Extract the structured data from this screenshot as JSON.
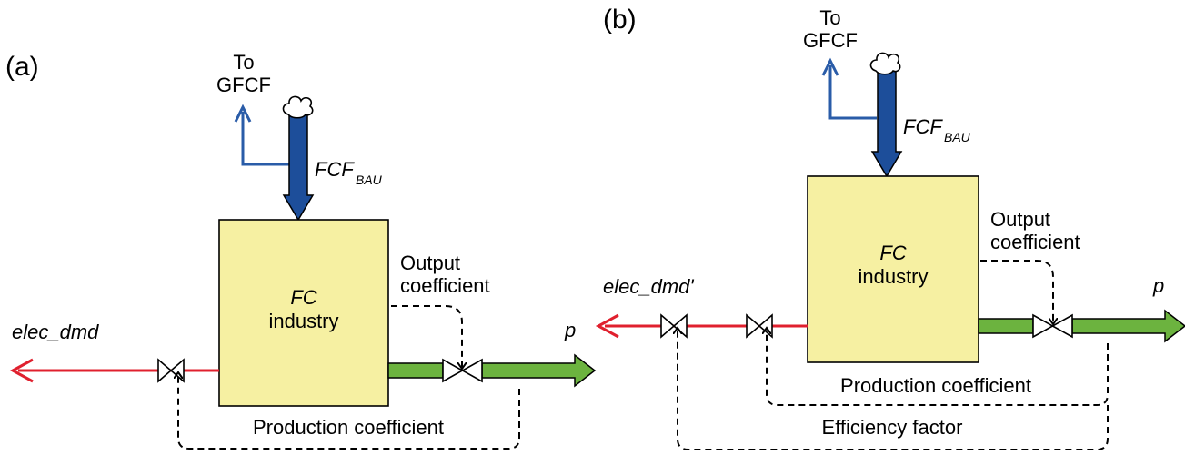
{
  "panel_a": {
    "panel_label": "(a)",
    "to_label_line1": "To",
    "to_label_line2": "GFCF",
    "fcf_main": "FCF",
    "fcf_sub": "BAU",
    "box_line1": "FC",
    "box_line2": "industry",
    "output_coef_line1": "Output",
    "output_coef_line2": "coefficient",
    "elec_label": "elec_dmd",
    "p_label": "p",
    "production_coef": "Production coefficient"
  },
  "panel_b": {
    "panel_label": "(b)",
    "to_label_line1": "To",
    "to_label_line2": "GFCF",
    "fcf_main": "FCF",
    "fcf_sub": "BAU",
    "box_line1": "FC",
    "box_line2": "industry",
    "output_coef_line1": "Output",
    "output_coef_line2": "coefficient",
    "elec_label": "elec_dmd'",
    "p_label": "p",
    "production_coef": "Production coefficient",
    "efficiency_factor": "Efficiency factor"
  },
  "colors": {
    "red_flow": "#e0202e",
    "green_flow": "#6cb33f",
    "blue_arrow": "#1d4e9a",
    "gfcf_arrow": "#2a5ca8",
    "box_fill": "#f6f0a2"
  }
}
